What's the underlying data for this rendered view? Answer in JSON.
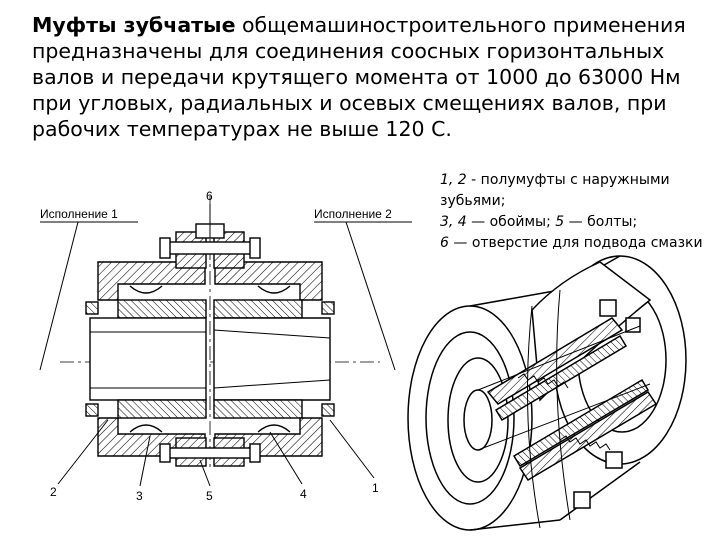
{
  "slide": {
    "title_bold": "Муфты зубчатые",
    "intro_text": " общемашиностроительного применения предназначены для соединения соосных горизонтальных валов и передачи крутящего момента от 1000 до 63000 Нм при угловых, радиальных и осевых смещениях валов, при рабочих температурах не выше 120 С."
  },
  "caption": {
    "line1_nums": "1, 2",
    "line1_text": " - полумуфты с наружными зубьями;",
    "line2_nums_a": "3, 4",
    "line2_text_a": " — обоймы; ",
    "line2_nums_b": "5",
    "line2_text_b": " — болты;",
    "line3_nums": "6",
    "line3_text": " — отверстие для подвода смазки"
  },
  "drawing": {
    "variant_1": "Исполнение 1",
    "variant_2": "Исполнение 2",
    "callouts": [
      "6",
      "2",
      "3",
      "5",
      "4",
      "1"
    ]
  }
}
